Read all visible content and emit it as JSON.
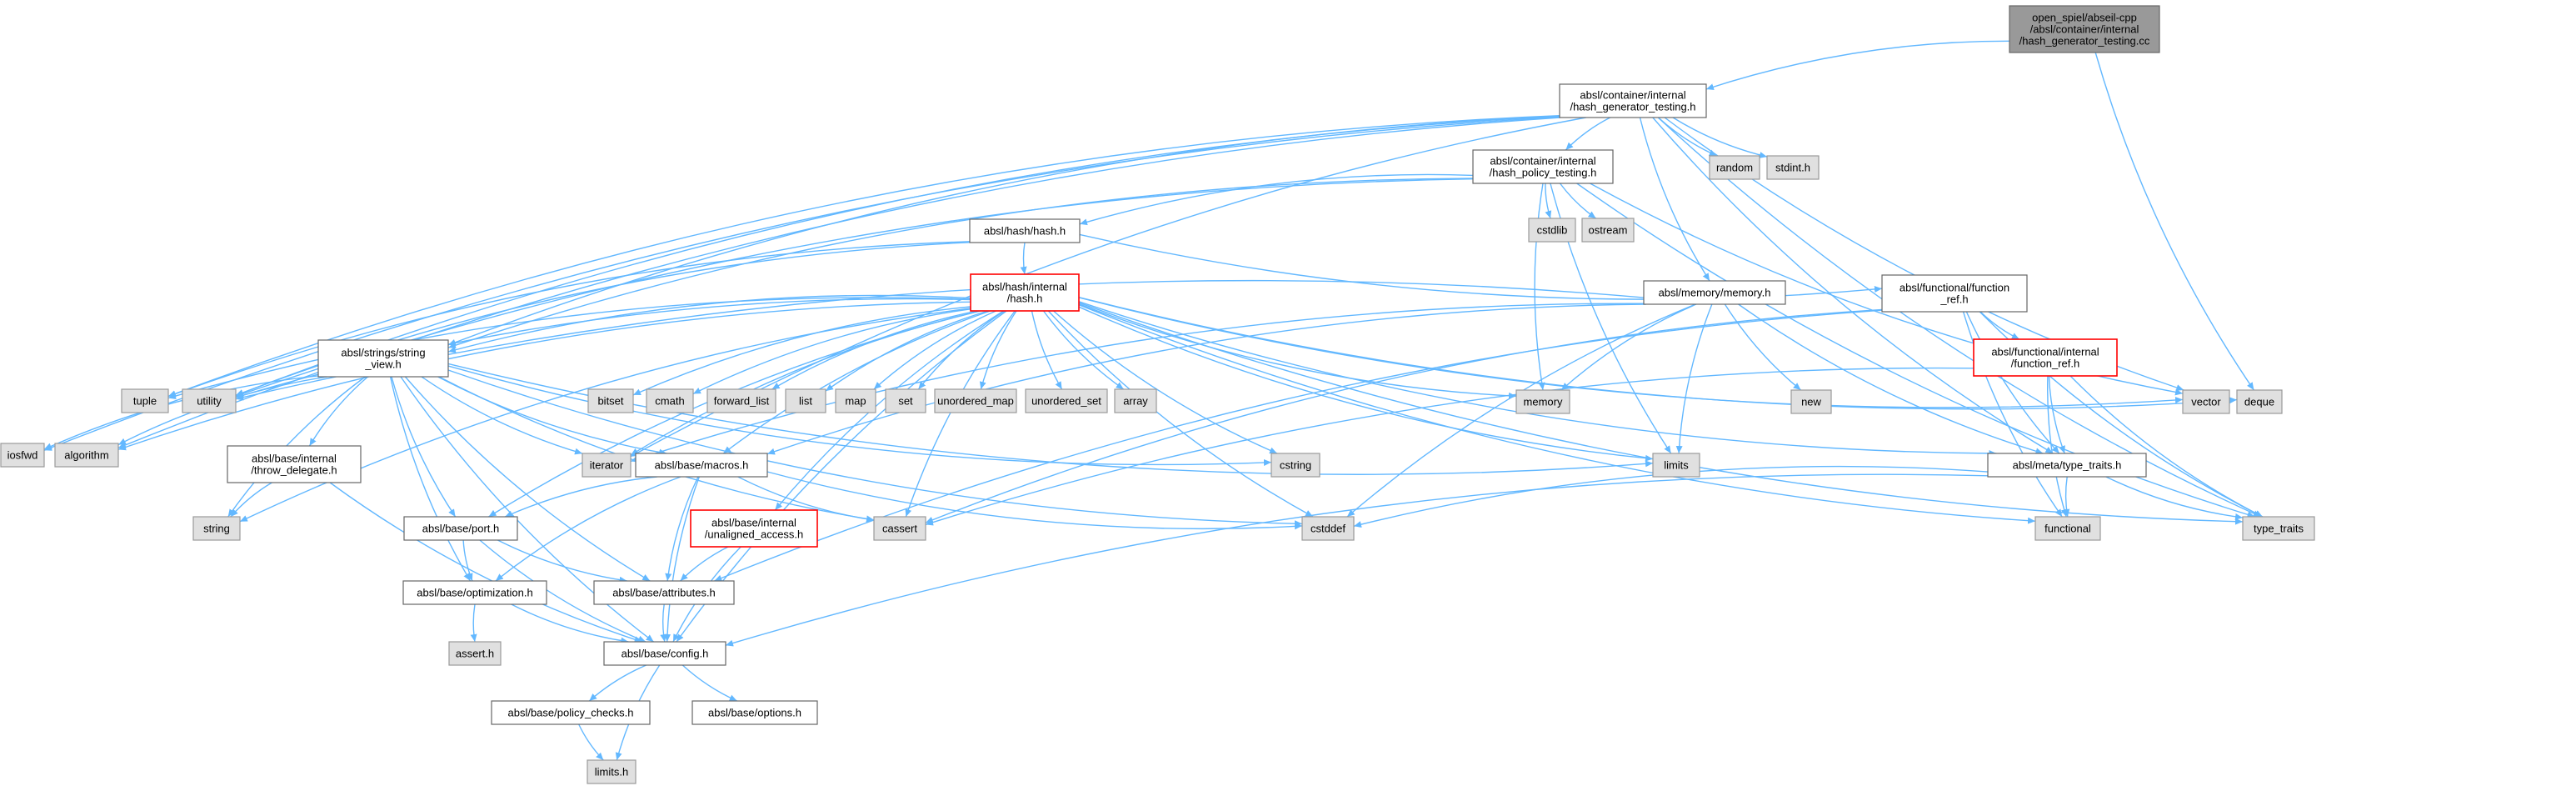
{
  "nodes": [
    {
      "id": "root",
      "lines": [
        "open_spiel/abseil-cpp",
        "/absl/container/internal",
        "/hash_generator_testing.cc"
      ],
      "style": "root"
    },
    {
      "id": "hgt_h",
      "lines": [
        "absl/container/internal",
        "/hash_generator_testing.h"
      ],
      "style": "file"
    },
    {
      "id": "random",
      "lines": [
        "random"
      ],
      "style": "system"
    },
    {
      "id": "stdint_h",
      "lines": [
        "stdint.h"
      ],
      "style": "system"
    },
    {
      "id": "hpt_h",
      "lines": [
        "absl/container/internal",
        "/hash_policy_testing.h"
      ],
      "style": "file"
    },
    {
      "id": "cstdlib",
      "lines": [
        "cstdlib"
      ],
      "style": "system"
    },
    {
      "id": "ostream",
      "lines": [
        "ostream"
      ],
      "style": "system"
    },
    {
      "id": "hash_h",
      "lines": [
        "absl/hash/hash.h"
      ],
      "style": "file"
    },
    {
      "id": "internal_hash_h",
      "lines": [
        "absl/hash/internal",
        "/hash.h"
      ],
      "style": "truncated"
    },
    {
      "id": "memory_h",
      "lines": [
        "absl/memory/memory.h"
      ],
      "style": "file"
    },
    {
      "id": "function_ref_h",
      "lines": [
        "absl/functional/function",
        "_ref.h"
      ],
      "style": "file"
    },
    {
      "id": "internal_function_ref_h",
      "lines": [
        "absl/functional/internal",
        "/function_ref.h"
      ],
      "style": "truncated"
    },
    {
      "id": "tuple",
      "lines": [
        "tuple"
      ],
      "style": "system"
    },
    {
      "id": "utility",
      "lines": [
        "utility"
      ],
      "style": "system"
    },
    {
      "id": "string_view_h",
      "lines": [
        "absl/strings/string",
        "_view.h"
      ],
      "style": "file"
    },
    {
      "id": "bitset",
      "lines": [
        "bitset"
      ],
      "style": "system"
    },
    {
      "id": "cmath",
      "lines": [
        "cmath"
      ],
      "style": "system"
    },
    {
      "id": "forward_list",
      "lines": [
        "forward_list"
      ],
      "style": "system"
    },
    {
      "id": "list",
      "lines": [
        "list"
      ],
      "style": "system"
    },
    {
      "id": "map",
      "lines": [
        "map"
      ],
      "style": "system"
    },
    {
      "id": "set",
      "lines": [
        "set"
      ],
      "style": "system"
    },
    {
      "id": "unordered_map",
      "lines": [
        "unordered_map"
      ],
      "style": "system"
    },
    {
      "id": "unordered_set",
      "lines": [
        "unordered_set"
      ],
      "style": "system"
    },
    {
      "id": "array",
      "lines": [
        "array"
      ],
      "style": "system"
    },
    {
      "id": "memory",
      "lines": [
        "memory"
      ],
      "style": "system"
    },
    {
      "id": "new",
      "lines": [
        "new"
      ],
      "style": "system"
    },
    {
      "id": "vector",
      "lines": [
        "vector"
      ],
      "style": "system"
    },
    {
      "id": "deque",
      "lines": [
        "deque"
      ],
      "style": "system"
    },
    {
      "id": "iosfwd",
      "lines": [
        "iosfwd"
      ],
      "style": "system"
    },
    {
      "id": "algorithm",
      "lines": [
        "algorithm"
      ],
      "style": "system"
    },
    {
      "id": "throw_delegate_h",
      "lines": [
        "absl/base/internal",
        "/throw_delegate.h"
      ],
      "style": "file"
    },
    {
      "id": "iterator",
      "lines": [
        "iterator"
      ],
      "style": "system"
    },
    {
      "id": "macros_h",
      "lines": [
        "absl/base/macros.h"
      ],
      "style": "file"
    },
    {
      "id": "cstring",
      "lines": [
        "cstring"
      ],
      "style": "system"
    },
    {
      "id": "limits",
      "lines": [
        "limits"
      ],
      "style": "system"
    },
    {
      "id": "type_traits_h",
      "lines": [
        "absl/meta/type_traits.h"
      ],
      "style": "file"
    },
    {
      "id": "functional",
      "lines": [
        "functional"
      ],
      "style": "system"
    },
    {
      "id": "type_traits",
      "lines": [
        "type_traits"
      ],
      "style": "system"
    },
    {
      "id": "string",
      "lines": [
        "string"
      ],
      "style": "system"
    },
    {
      "id": "port_h",
      "lines": [
        "absl/base/port.h"
      ],
      "style": "file"
    },
    {
      "id": "unaligned_access_h",
      "lines": [
        "absl/base/internal",
        "/unaligned_access.h"
      ],
      "style": "truncated"
    },
    {
      "id": "cassert",
      "lines": [
        "cassert"
      ],
      "style": "system"
    },
    {
      "id": "cstddef",
      "lines": [
        "cstddef"
      ],
      "style": "system"
    },
    {
      "id": "attributes_h",
      "lines": [
        "absl/base/attributes.h"
      ],
      "style": "file"
    },
    {
      "id": "optimization_h",
      "lines": [
        "absl/base/optimization.h"
      ],
      "style": "file"
    },
    {
      "id": "assert_h",
      "lines": [
        "assert.h"
      ],
      "style": "system"
    },
    {
      "id": "config_h",
      "lines": [
        "absl/base/config.h"
      ],
      "style": "file"
    },
    {
      "id": "policy_checks_h",
      "lines": [
        "absl/base/policy_checks.h"
      ],
      "style": "file"
    },
    {
      "id": "options_h",
      "lines": [
        "absl/base/options.h"
      ],
      "style": "file"
    },
    {
      "id": "limits_h",
      "lines": [
        "limits.h"
      ],
      "style": "system"
    }
  ],
  "edges": [
    [
      "root",
      "hgt_h"
    ],
    [
      "root",
      "deque"
    ],
    [
      "hgt_h",
      "random"
    ],
    [
      "hgt_h",
      "stdint_h"
    ],
    [
      "hgt_h",
      "hpt_h"
    ],
    [
      "hgt_h",
      "memory_h"
    ],
    [
      "hgt_h",
      "tuple"
    ],
    [
      "hgt_h",
      "utility"
    ],
    [
      "hgt_h",
      "string_view_h"
    ],
    [
      "hgt_h",
      "iosfwd"
    ],
    [
      "hgt_h",
      "algorithm"
    ],
    [
      "hgt_h",
      "iterator"
    ],
    [
      "hgt_h",
      "vector"
    ],
    [
      "hgt_h",
      "type_traits_h"
    ],
    [
      "hgt_h",
      "type_traits"
    ],
    [
      "hpt_h",
      "cstdlib"
    ],
    [
      "hpt_h",
      "ostream"
    ],
    [
      "hpt_h",
      "hash_h"
    ],
    [
      "hpt_h",
      "memory"
    ],
    [
      "hpt_h",
      "limits"
    ],
    [
      "hpt_h",
      "utility"
    ],
    [
      "hpt_h",
      "string_view_h"
    ],
    [
      "hpt_h",
      "vector"
    ],
    [
      "hpt_h",
      "type_traits"
    ],
    [
      "hash_h",
      "internal_hash_h"
    ],
    [
      "hash_h",
      "function_ref_h"
    ],
    [
      "hash_h",
      "tuple"
    ],
    [
      "hash_h",
      "utility"
    ],
    [
      "internal_hash_h",
      "bitset"
    ],
    [
      "internal_hash_h",
      "cmath"
    ],
    [
      "internal_hash_h",
      "forward_list"
    ],
    [
      "internal_hash_h",
      "list"
    ],
    [
      "internal_hash_h",
      "map"
    ],
    [
      "internal_hash_h",
      "set"
    ],
    [
      "internal_hash_h",
      "unordered_map"
    ],
    [
      "internal_hash_h",
      "unordered_set"
    ],
    [
      "internal_hash_h",
      "array"
    ],
    [
      "internal_hash_h",
      "memory"
    ],
    [
      "internal_hash_h",
      "deque"
    ],
    [
      "internal_hash_h",
      "vector"
    ],
    [
      "internal_hash_h",
      "type_traits"
    ],
    [
      "internal_hash_h",
      "tuple"
    ],
    [
      "internal_hash_h",
      "utility"
    ],
    [
      "internal_hash_h",
      "string_view_h"
    ],
    [
      "internal_hash_h",
      "algorithm"
    ],
    [
      "internal_hash_h",
      "iterator"
    ],
    [
      "internal_hash_h",
      "macros_h"
    ],
    [
      "internal_hash_h",
      "port_h"
    ],
    [
      "internal_hash_h",
      "unaligned_access_h"
    ],
    [
      "internal_hash_h",
      "cassert"
    ],
    [
      "internal_hash_h",
      "cstring"
    ],
    [
      "internal_hash_h",
      "cstddef"
    ],
    [
      "internal_hash_h",
      "limits"
    ],
    [
      "internal_hash_h",
      "functional"
    ],
    [
      "internal_hash_h",
      "type_traits_h"
    ],
    [
      "internal_hash_h",
      "config_h"
    ],
    [
      "internal_hash_h",
      "string"
    ],
    [
      "memory_h",
      "memory"
    ],
    [
      "memory_h",
      "new"
    ],
    [
      "memory_h",
      "utility"
    ],
    [
      "memory_h",
      "limits"
    ],
    [
      "memory_h",
      "iterator"
    ],
    [
      "memory_h",
      "cstddef"
    ],
    [
      "memory_h",
      "type_traits_h"
    ],
    [
      "memory_h",
      "macros_h"
    ],
    [
      "function_ref_h",
      "internal_function_ref_h"
    ],
    [
      "function_ref_h",
      "cassert"
    ],
    [
      "function_ref_h",
      "functional"
    ],
    [
      "function_ref_h",
      "type_traits"
    ],
    [
      "function_ref_h",
      "type_traits_h"
    ],
    [
      "function_ref_h",
      "attributes_h"
    ],
    [
      "internal_function_ref_h",
      "type_traits_h"
    ],
    [
      "internal_function_ref_h",
      "functional"
    ],
    [
      "internal_function_ref_h",
      "type_traits"
    ],
    [
      "internal_function_ref_h",
      "cassert"
    ],
    [
      "string_view_h",
      "iosfwd"
    ],
    [
      "string_view_h",
      "algorithm"
    ],
    [
      "string_view_h",
      "string"
    ],
    [
      "string_view_h",
      "throw_delegate_h"
    ],
    [
      "string_view_h",
      "iterator"
    ],
    [
      "string_view_h",
      "macros_h"
    ],
    [
      "string_view_h",
      "cstring"
    ],
    [
      "string_view_h",
      "limits"
    ],
    [
      "string_view_h",
      "cassert"
    ],
    [
      "string_view_h",
      "cstddef"
    ],
    [
      "string_view_h",
      "port_h"
    ],
    [
      "string_view_h",
      "attributes_h"
    ],
    [
      "string_view_h",
      "optimization_h"
    ],
    [
      "string_view_h",
      "config_h"
    ],
    [
      "throw_delegate_h",
      "string"
    ],
    [
      "throw_delegate_h",
      "config_h"
    ],
    [
      "macros_h",
      "cassert"
    ],
    [
      "macros_h",
      "cstddef"
    ],
    [
      "macros_h",
      "port_h"
    ],
    [
      "macros_h",
      "attributes_h"
    ],
    [
      "macros_h",
      "optimization_h"
    ],
    [
      "macros_h",
      "config_h"
    ],
    [
      "type_traits_h",
      "cstddef"
    ],
    [
      "type_traits_h",
      "functional"
    ],
    [
      "type_traits_h",
      "type_traits"
    ],
    [
      "type_traits_h",
      "config_h"
    ],
    [
      "port_h",
      "attributes_h"
    ],
    [
      "port_h",
      "optimization_h"
    ],
    [
      "port_h",
      "config_h"
    ],
    [
      "unaligned_access_h",
      "attributes_h"
    ],
    [
      "unaligned_access_h",
      "config_h"
    ],
    [
      "attributes_h",
      "config_h"
    ],
    [
      "optimization_h",
      "assert_h"
    ],
    [
      "optimization_h",
      "config_h"
    ],
    [
      "config_h",
      "policy_checks_h"
    ],
    [
      "config_h",
      "options_h"
    ],
    [
      "config_h",
      "limits_h"
    ],
    [
      "policy_checks_h",
      "limits_h"
    ]
  ],
  "colors": {
    "edge": "#63b8ff",
    "root_fill": "#999999",
    "root_stroke": "#666666",
    "file_fill": "#ffffff",
    "file_stroke": "#666666",
    "system_fill": "#e0e0e0",
    "system_stroke": "#999999",
    "truncated_fill": "#ffffff",
    "truncated_stroke": "#ff0000"
  }
}
